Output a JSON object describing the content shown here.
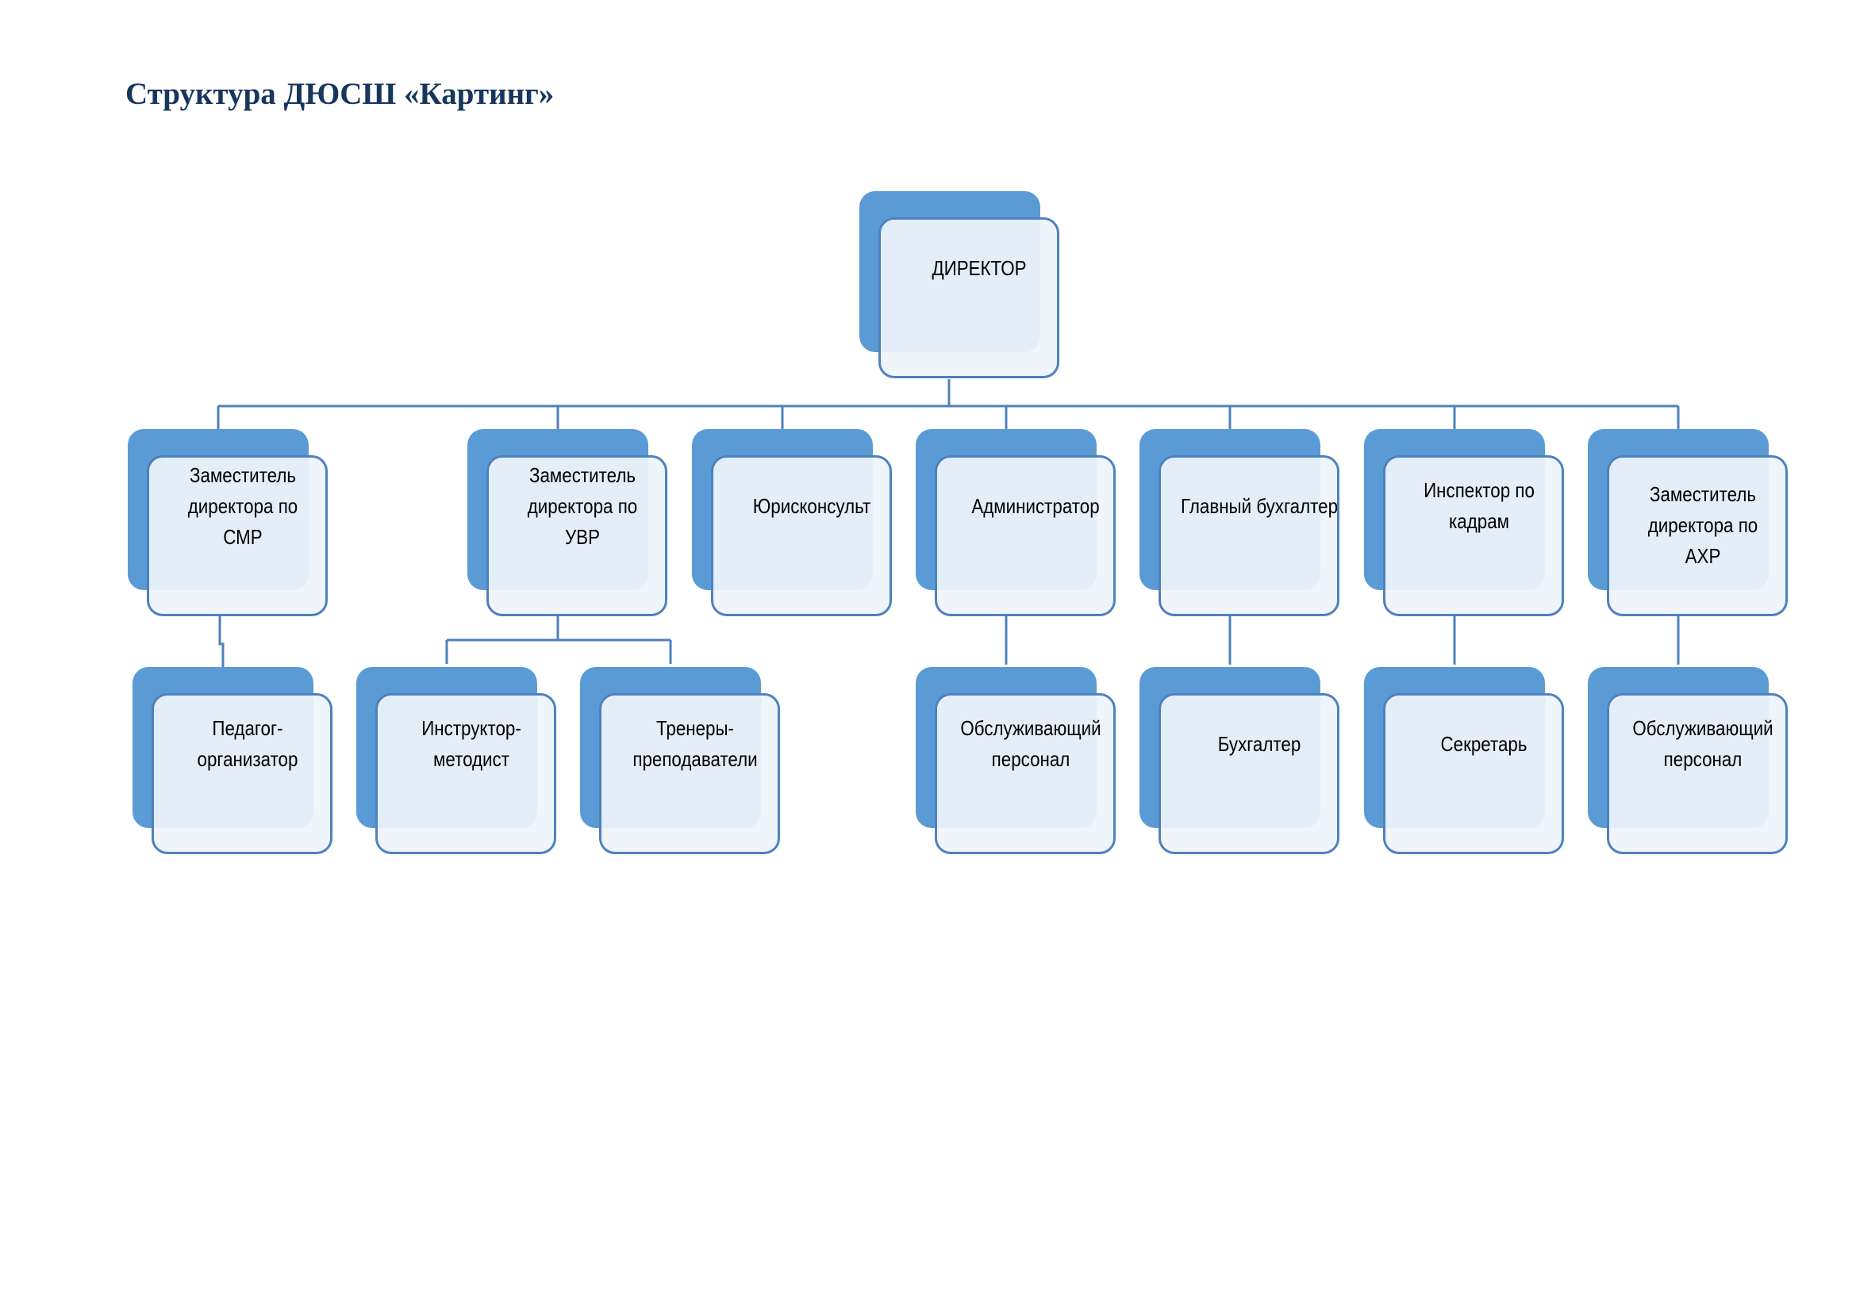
{
  "title": "Структура ДЮСШ «Картинг»",
  "org_chart": {
    "director": "ДИРЕКТОР",
    "deputy_smr": "Заместитель директора по СМР",
    "deputy_uvr": "Заместитель директора по УВР",
    "legal_adviser": "Юрисконсульт",
    "administrator": "Администратор",
    "chief_accountant": "Главный бухгалтер",
    "hr_inspector": "Инспектор по кадрам",
    "deputy_ahr": "Заместитель директора по АХР",
    "teacher_organizer": "Педагог-организатор",
    "instructor_methodist": "Инструктор-методист",
    "coaches_teachers": "Тренеры-преподаватели",
    "service_staff_admin": "Обслуживающий персонал",
    "accountant": "Бухгалтер",
    "secretary": "Секретарь",
    "service_staff_ahr": "Обслуживающий персонал"
  },
  "colors": {
    "title": "#17365d",
    "node_back": "#5b9bd5",
    "node_front": "#eef4fb",
    "node_border": "#4f81bd",
    "connector": "#4f81bd"
  }
}
